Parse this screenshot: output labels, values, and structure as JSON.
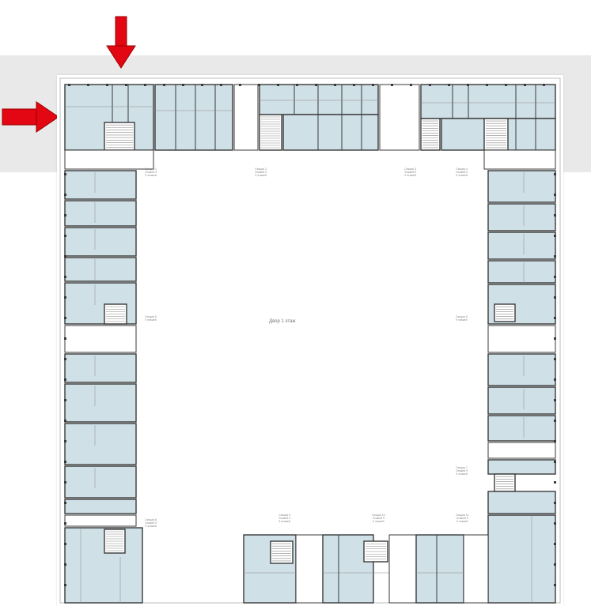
{
  "colors": {
    "apartment_fill": "#cfe0e7",
    "wall": "#3a3a3a",
    "thin_line": "#8a8a8a",
    "arrow": "#e30613",
    "band": "#e9e9e9"
  },
  "icons": [
    "arrow-down-icon",
    "arrow-right-icon"
  ],
  "yard_label": "Двор 1 этаж",
  "section_labels": [
    "Секция 1\nЭтажей 9\n9 этажей",
    "Секция 2\nЭтажей 9\n9 этажей",
    "Секция 3\nЭтажей 9\n9 этажей",
    "Секция 4\nЭтажей 9\n9 этажей",
    "Секция 5\n9 этажей",
    "Секция 6\n9 этажей",
    "Секция 7\nЭтажей 9\n9 этажей",
    "Секция 8\nЭтажей 9\n9 этажей",
    "Секция 9\nЭтажей 9\n9 этажей",
    "Секция 10\nЭтажей 9\n9 этажей",
    "Секция 11\nЭтажей 9\n9 этажей"
  ]
}
